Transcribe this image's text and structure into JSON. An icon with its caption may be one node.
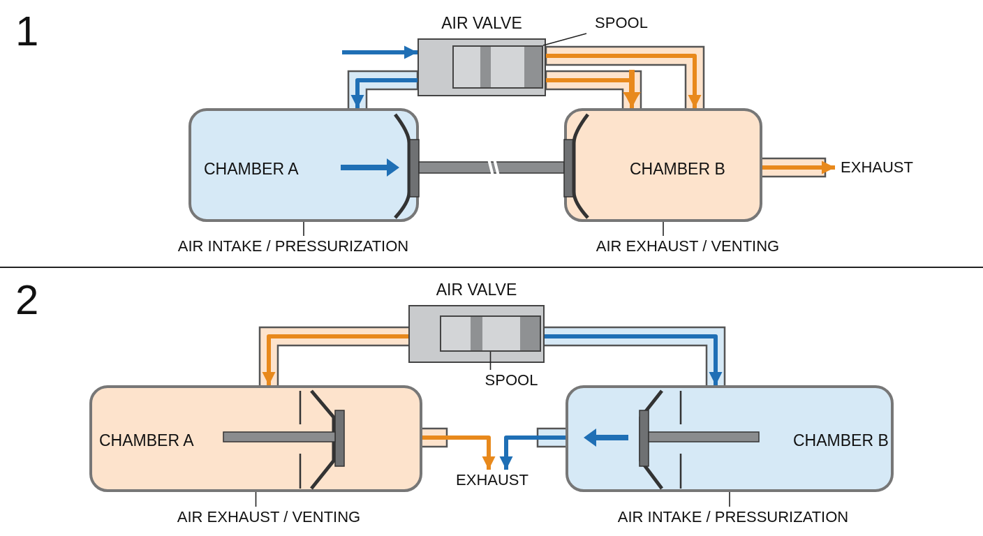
{
  "diagram": {
    "nodes": [
      {
        "text": [
          "AIR VALVE"
        ]
      },
      {
        "text": [],
        "shape": "box",
        "in": 0
      },
      {
        "text": [
          "SPOOL"
        ]
      },
      {
        "text": [
          "CHAMBER A"
        ]
      },
      {
        "text": [
          "CHAMBER B"
        ]
      },
      {
        "text": [
          "EXHAUST"
        ]
      },
      {
        "text": [
          "AIR INTAKE / PRESSURIZATION"
        ]
      },
      {
        "text": [
          "AIR EXHAUST / VENTING"
        ]
      },
      {
        "text": [
          "AIR VALVE"
        ]
      },
      {
        "text": [],
        "shape": "box",
        "in": 8
      },
      {
        "text": [
          "SPOOL"
        ]
      },
      {
        "text": [
          "CHAMBER A"
        ]
      },
      {
        "text": [
          "CHAMBER B"
        ]
      },
      {
        "text": [
          "EXHAUST"
        ]
      },
      {
        "text": [
          "AIR EXHAUST / VENTING"
        ]
      },
      {
        "text": [
          "AIR INTAKE / PRESSURIZATION"
        ]
      }
    ],
    "edges": [
      {
        "from": null,
        "to": 0,
        "arrow": "to",
        "color": "#1f6fb5"
      },
      {
        "from": 0,
        "to": 3,
        "arrow": "to",
        "color": "#1f6fb5"
      },
      {
        "from": 0,
        "to": 4,
        "arrow": "to",
        "color": "#e8891c"
      },
      {
        "from": 4,
        "to": 5,
        "arrow": "to",
        "color": "#e8891c"
      },
      {
        "from": 2,
        "to": 1,
        "arrow": "none"
      },
      {
        "from": 6,
        "to": 3,
        "arrow": "none"
      },
      {
        "from": 7,
        "to": 4,
        "arrow": "none"
      },
      {
        "from": 8,
        "to": 11,
        "arrow": "to",
        "color": "#e8891c"
      },
      {
        "from": 8,
        "to": 12,
        "arrow": "to",
        "color": "#1f6fb5"
      },
      {
        "from": 11,
        "to": 13,
        "arrow": "to",
        "color": "#e8891c"
      },
      {
        "from": 12,
        "to": 13,
        "arrow": "to",
        "color": "#1f6fb5"
      },
      {
        "from": 10,
        "to": 9,
        "arrow": "none"
      },
      {
        "from": 14,
        "to": 11,
        "arrow": "none"
      },
      {
        "from": 15,
        "to": 12,
        "arrow": "none"
      },
      {
        "from": 0,
        "to": 4,
        "arrow": "to",
        "color": "#e8891c"
      }
    ],
    "labels": [
      "1",
      "2"
    ]
  }
}
